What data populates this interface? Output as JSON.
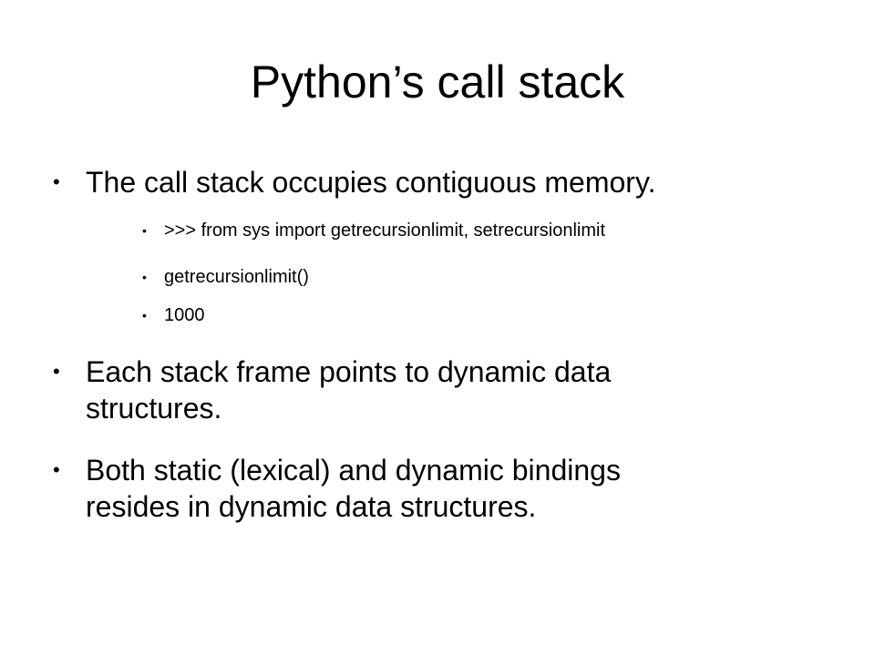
{
  "slide": {
    "title": "Python’s call stack",
    "bullet_glyph": "•",
    "bullets": [
      {
        "level": 1,
        "lines": [
          "The call stack occupies contiguous memory."
        ]
      },
      {
        "level": 2,
        "lines": [
          ">>> from sys import getrecursionlimit, setrecursionlimit"
        ]
      },
      {
        "level": 2,
        "lines": [
          "getrecursionlimit()"
        ]
      },
      {
        "level": 2,
        "lines": [
          "1000"
        ]
      },
      {
        "level": 1,
        "lines": [
          "Each stack frame points to dynamic data",
          "structures."
        ]
      },
      {
        "level": 1,
        "lines": [
          "Both static (lexical) and dynamic bindings",
          "resides in dynamic data structures."
        ]
      }
    ],
    "colors": {
      "background": "#ffffff",
      "text": "#000000"
    }
  }
}
